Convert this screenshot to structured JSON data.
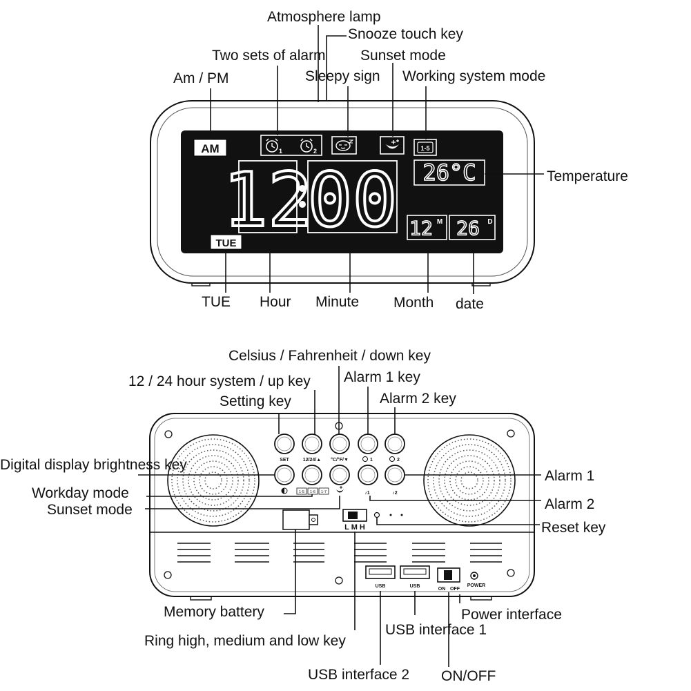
{
  "display_labels": {
    "atmosphere_lamp": "Atmosphere lamp",
    "snooze_touch_key": "Snooze touch key",
    "two_sets_of_alarm": "Two sets of alarm",
    "sunset_mode": "Sunset mode",
    "am_pm": "Am / PM",
    "sleepy_sign": "Sleepy sign",
    "working_system_mode": "Working system mode",
    "temperature": "Temperature",
    "tue": "TUE",
    "hour": "Hour",
    "minute": "Minute",
    "month": "Month",
    "date": "date"
  },
  "screen": {
    "am_badge": "AM",
    "day_badge": "TUE",
    "time": "12:00",
    "hours": "12",
    "minutes": "00",
    "temperature": "26°C",
    "month_value": "12",
    "month_mark": "M",
    "date_value": "26",
    "date_mark": "D",
    "alarm1_sub": "1",
    "alarm2_sub": "2",
    "workday_badge": "1-5"
  },
  "back_labels": {
    "celsius_key": "Celsius / Fahrenheit / down key",
    "hour_system_key": "12 / 24 hour system / up key",
    "alarm1_key": "Alarm 1 key",
    "setting_key": "Setting key",
    "alarm2_key": "Alarm 2 key",
    "brightness_key": "Digital display brightness key",
    "alarm1": "Alarm 1",
    "workday_mode": "Workday mode",
    "alarm2": "Alarm 2",
    "sunset_mode": "Sunset mode",
    "reset_key": "Reset key",
    "memory_battery": "Memory battery",
    "power_interface": "Power interface",
    "usb_interface_1": "USB interface 1",
    "ring_key": "Ring high, medium and low key",
    "usb_interface_2": "USB interface 2",
    "on_off": "ON/OFF"
  },
  "panel": {
    "set": "SET",
    "hour_system": "12/24/▲",
    "celsius": "°C/°F/▼",
    "alarm1": "1",
    "alarm2": "2",
    "workday_1": "1-5",
    "workday_2": "1-6",
    "workday_3": "1-7",
    "ring_alarm1": "♪1",
    "ring_alarm2": "♪2",
    "volume_levels": "L M H",
    "usb_left": "USB",
    "usb_right": "USB",
    "switch_on": "ON",
    "switch_off": "OFF",
    "power": "POWER"
  }
}
